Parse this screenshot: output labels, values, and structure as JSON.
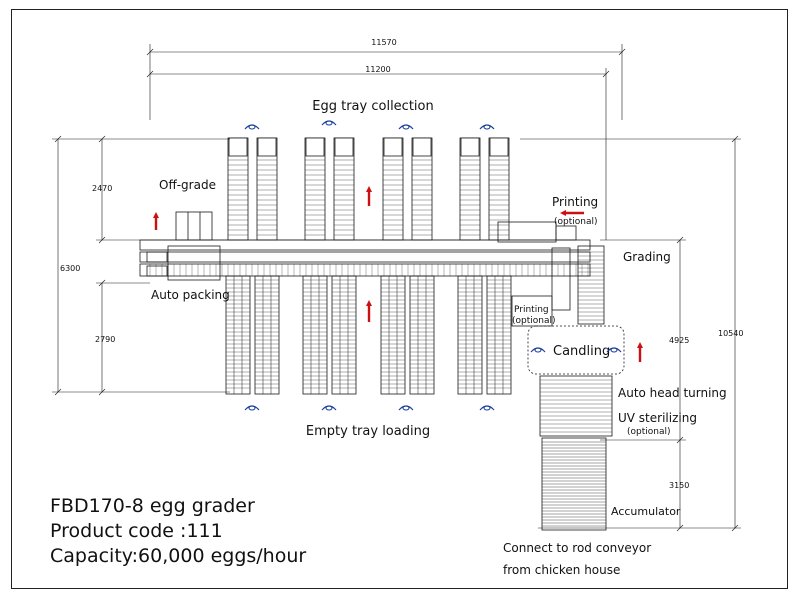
{
  "dimensions": {
    "total_width": "11570",
    "inner_width": "11200",
    "total_height": "6300",
    "top_section": "2470",
    "bottom_section": "2790",
    "right_total": "10540",
    "right_upper": "4925",
    "right_lower": "3150"
  },
  "labels": {
    "egg_tray_collection": "Egg tray collection",
    "off_grade": "Off-grade",
    "printing": "Printing",
    "printing_optional": "(optional)",
    "grading": "Grading",
    "auto_packing": "Auto packing",
    "printing_small": "Printing",
    "printing_small_optional": "(optional)",
    "candling": "Candling",
    "auto_head_turning": "Auto head turning",
    "uv_sterilizing": "UV sterilizing",
    "uv_optional": "(optional)",
    "empty_tray_loading": "Empty tray loading",
    "accumulator": "Accumulator",
    "connect_line1": "Connect to rod conveyor",
    "connect_line2": "from chicken house"
  },
  "info": {
    "model": "FBD170-8 egg grader",
    "product_code": "Product code :111",
    "capacity": "Capacity:60,000 eggs/hour"
  },
  "colors": {
    "line": "#1a1a1a",
    "arrow_red": "#cc1111",
    "rotate_blue": "#1a3fa0"
  }
}
